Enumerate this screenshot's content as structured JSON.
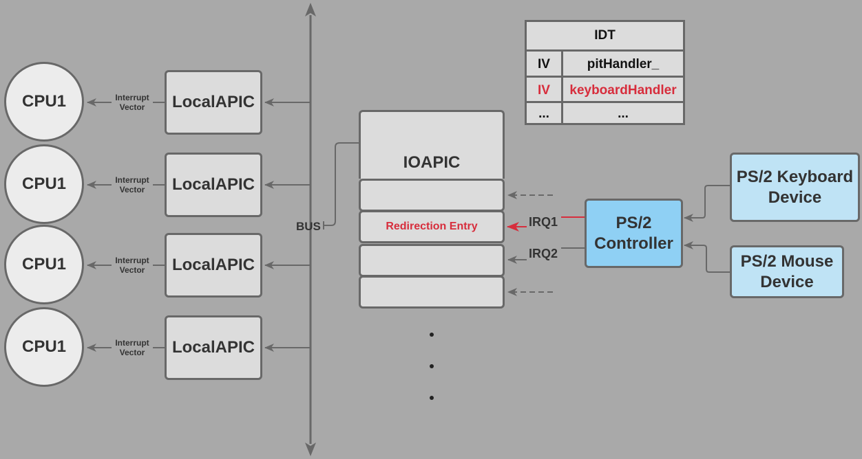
{
  "cpus": [
    {
      "label": "CPU1"
    },
    {
      "label": "CPU1"
    },
    {
      "label": "CPU1"
    },
    {
      "label": "CPU1"
    }
  ],
  "local_apics": [
    {
      "label": "LocalAPIC"
    },
    {
      "label": "LocalAPIC"
    },
    {
      "label": "LocalAPIC"
    },
    {
      "label": "LocalAPIC"
    }
  ],
  "interrupt_vector_label": {
    "line1": "Interrupt",
    "line2": "Vector"
  },
  "bus": {
    "label": "BUS"
  },
  "ioapic": {
    "title": "IOAPIC",
    "entries": [
      "",
      "Redirection Entry",
      "",
      ""
    ],
    "ellipsis": [
      "•",
      "•",
      "•"
    ]
  },
  "irqs": [
    {
      "label": "IRQ1"
    },
    {
      "label": "IRQ2"
    }
  ],
  "ps2_controller": {
    "line1": "PS/2",
    "line2": "Controller"
  },
  "ps2_keyboard": {
    "line1": "PS/2 Keyboard",
    "line2": "Device"
  },
  "ps2_mouse": {
    "line1": "PS/2 Mouse",
    "line2": "Device"
  },
  "idt": {
    "title": "IDT",
    "rows": [
      {
        "vector": "IV",
        "handler": "pitHandler_"
      },
      {
        "vector": "IV",
        "handler": "keyboardHandler"
      },
      {
        "vector": "...",
        "handler": "..."
      }
    ]
  },
  "colors": {
    "background": "#a9a9a9",
    "node_fill": "#dcdcdc",
    "border": "#686868",
    "highlight_red": "#d72d3c",
    "ps2_device_fill": "#bfe3f5",
    "ps2_controller_fill": "#8fd0f4"
  }
}
